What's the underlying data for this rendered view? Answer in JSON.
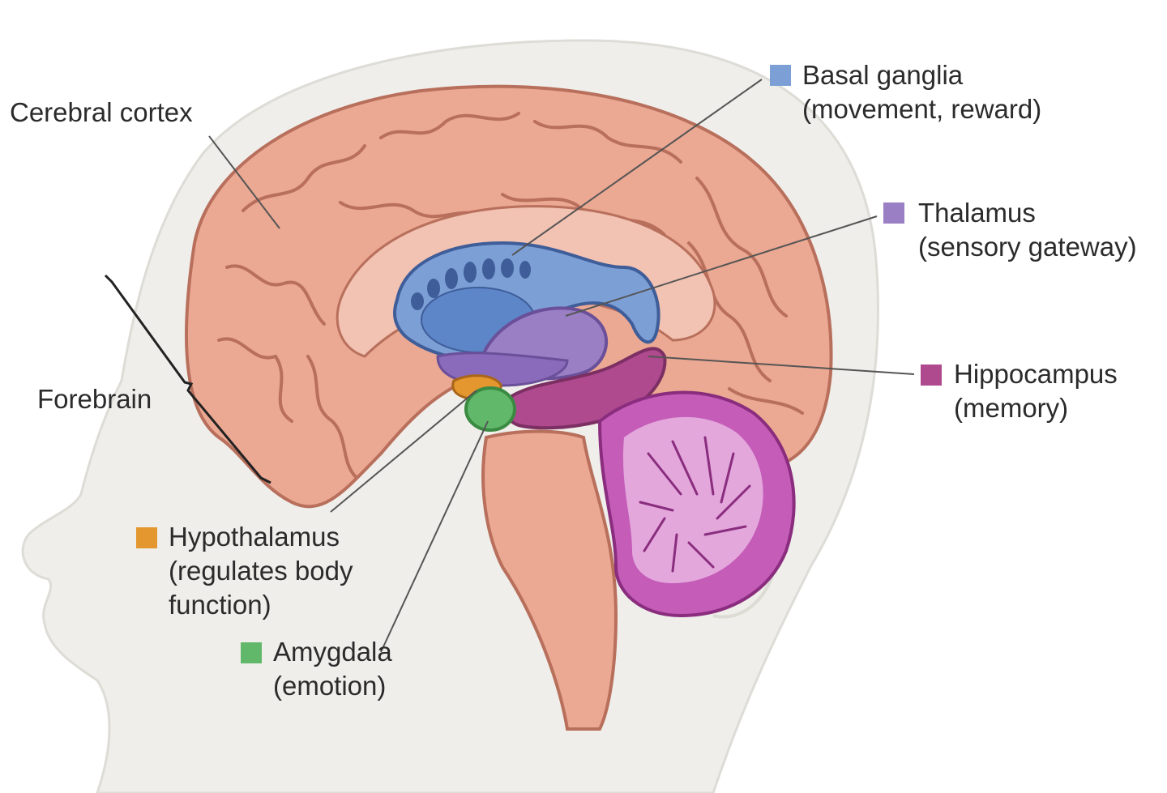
{
  "labels": {
    "cerebral_cortex": "Cerebral cortex",
    "forebrain": "Forebrain",
    "basal_ganglia": {
      "name": "Basal ganglia",
      "desc": "(movement, reward)"
    },
    "thalamus": {
      "name": "Thalamus",
      "desc": "(sensory gateway)"
    },
    "hippocampus": {
      "name": "Hippocampus",
      "desc": "(memory)"
    },
    "hypothalamus": {
      "name": "Hypothalamus",
      "desc1": "(regulates body",
      "desc2": "function)"
    },
    "amygdala": {
      "name": "Amygdala",
      "desc": "(emotion)"
    }
  },
  "colors": {
    "basal_ganglia": "#7c9fd6",
    "thalamus": "#9b7fc4",
    "hippocampus": "#b04a8f",
    "hypothalamus": "#e4962f",
    "amygdala": "#62b86a",
    "cortex": "#eba892",
    "cerebellum": "#c45cb8",
    "head": "#efeeea"
  }
}
